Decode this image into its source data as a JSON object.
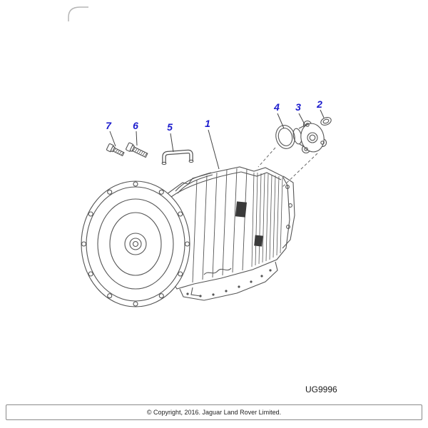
{
  "page": {
    "drawing_code": "UG9996",
    "copyright": "© Copyright, 2016. Jaguar Land Rover Limited.",
    "background": "#ffffff"
  },
  "colors": {
    "callout_blue": "#1c1ccd",
    "line_gray": "#555555",
    "dark_fill": "#3a3a3a",
    "frame_gray": "#b5b5b5"
  },
  "diagram": {
    "callouts": [
      {
        "label": "1",
        "part": "transmission-assembly"
      },
      {
        "label": "2",
        "part": "washer"
      },
      {
        "label": "3",
        "part": "output-flange"
      },
      {
        "label": "4",
        "part": "oil-seal"
      },
      {
        "label": "5",
        "part": "breather-pipe"
      },
      {
        "label": "6",
        "part": "bolt-long"
      },
      {
        "label": "7",
        "part": "bolt-short"
      }
    ]
  }
}
